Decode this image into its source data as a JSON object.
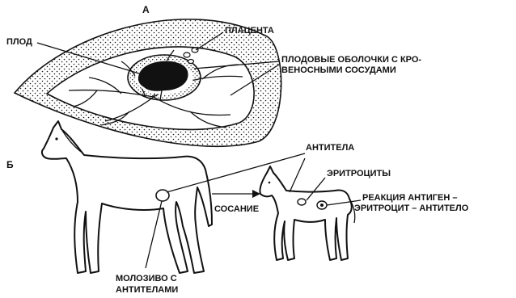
{
  "panels": {
    "a": {
      "letter": "А",
      "labels": {
        "fetus": "ПЛОД",
        "placenta": "ПЛАЦЕНТА",
        "membranes_line1": "ПЛОДОВЫЕ ОБОЛОЧКИ С КРО-",
        "membranes_line2": "ВЕНОСНЫМИ СОСУДАМИ"
      }
    },
    "b": {
      "letter": "Б",
      "labels": {
        "antibodies": "АНТИТЕЛА",
        "erythrocytes": "ЭРИТРОЦИТЫ",
        "reaction_line1": "РЕАКЦИЯ АНТИГЕН –",
        "reaction_line2": "ЭРИТРОЦИТ – АНТИТЕЛО",
        "suckling": "СОСАНИЕ",
        "colostrum_line1": "МОЛОЗИВО С",
        "colostrum_line2": "АНТИТЕЛАМИ"
      }
    }
  },
  "colors": {
    "ink": "#111111",
    "background": "#ffffff"
  }
}
